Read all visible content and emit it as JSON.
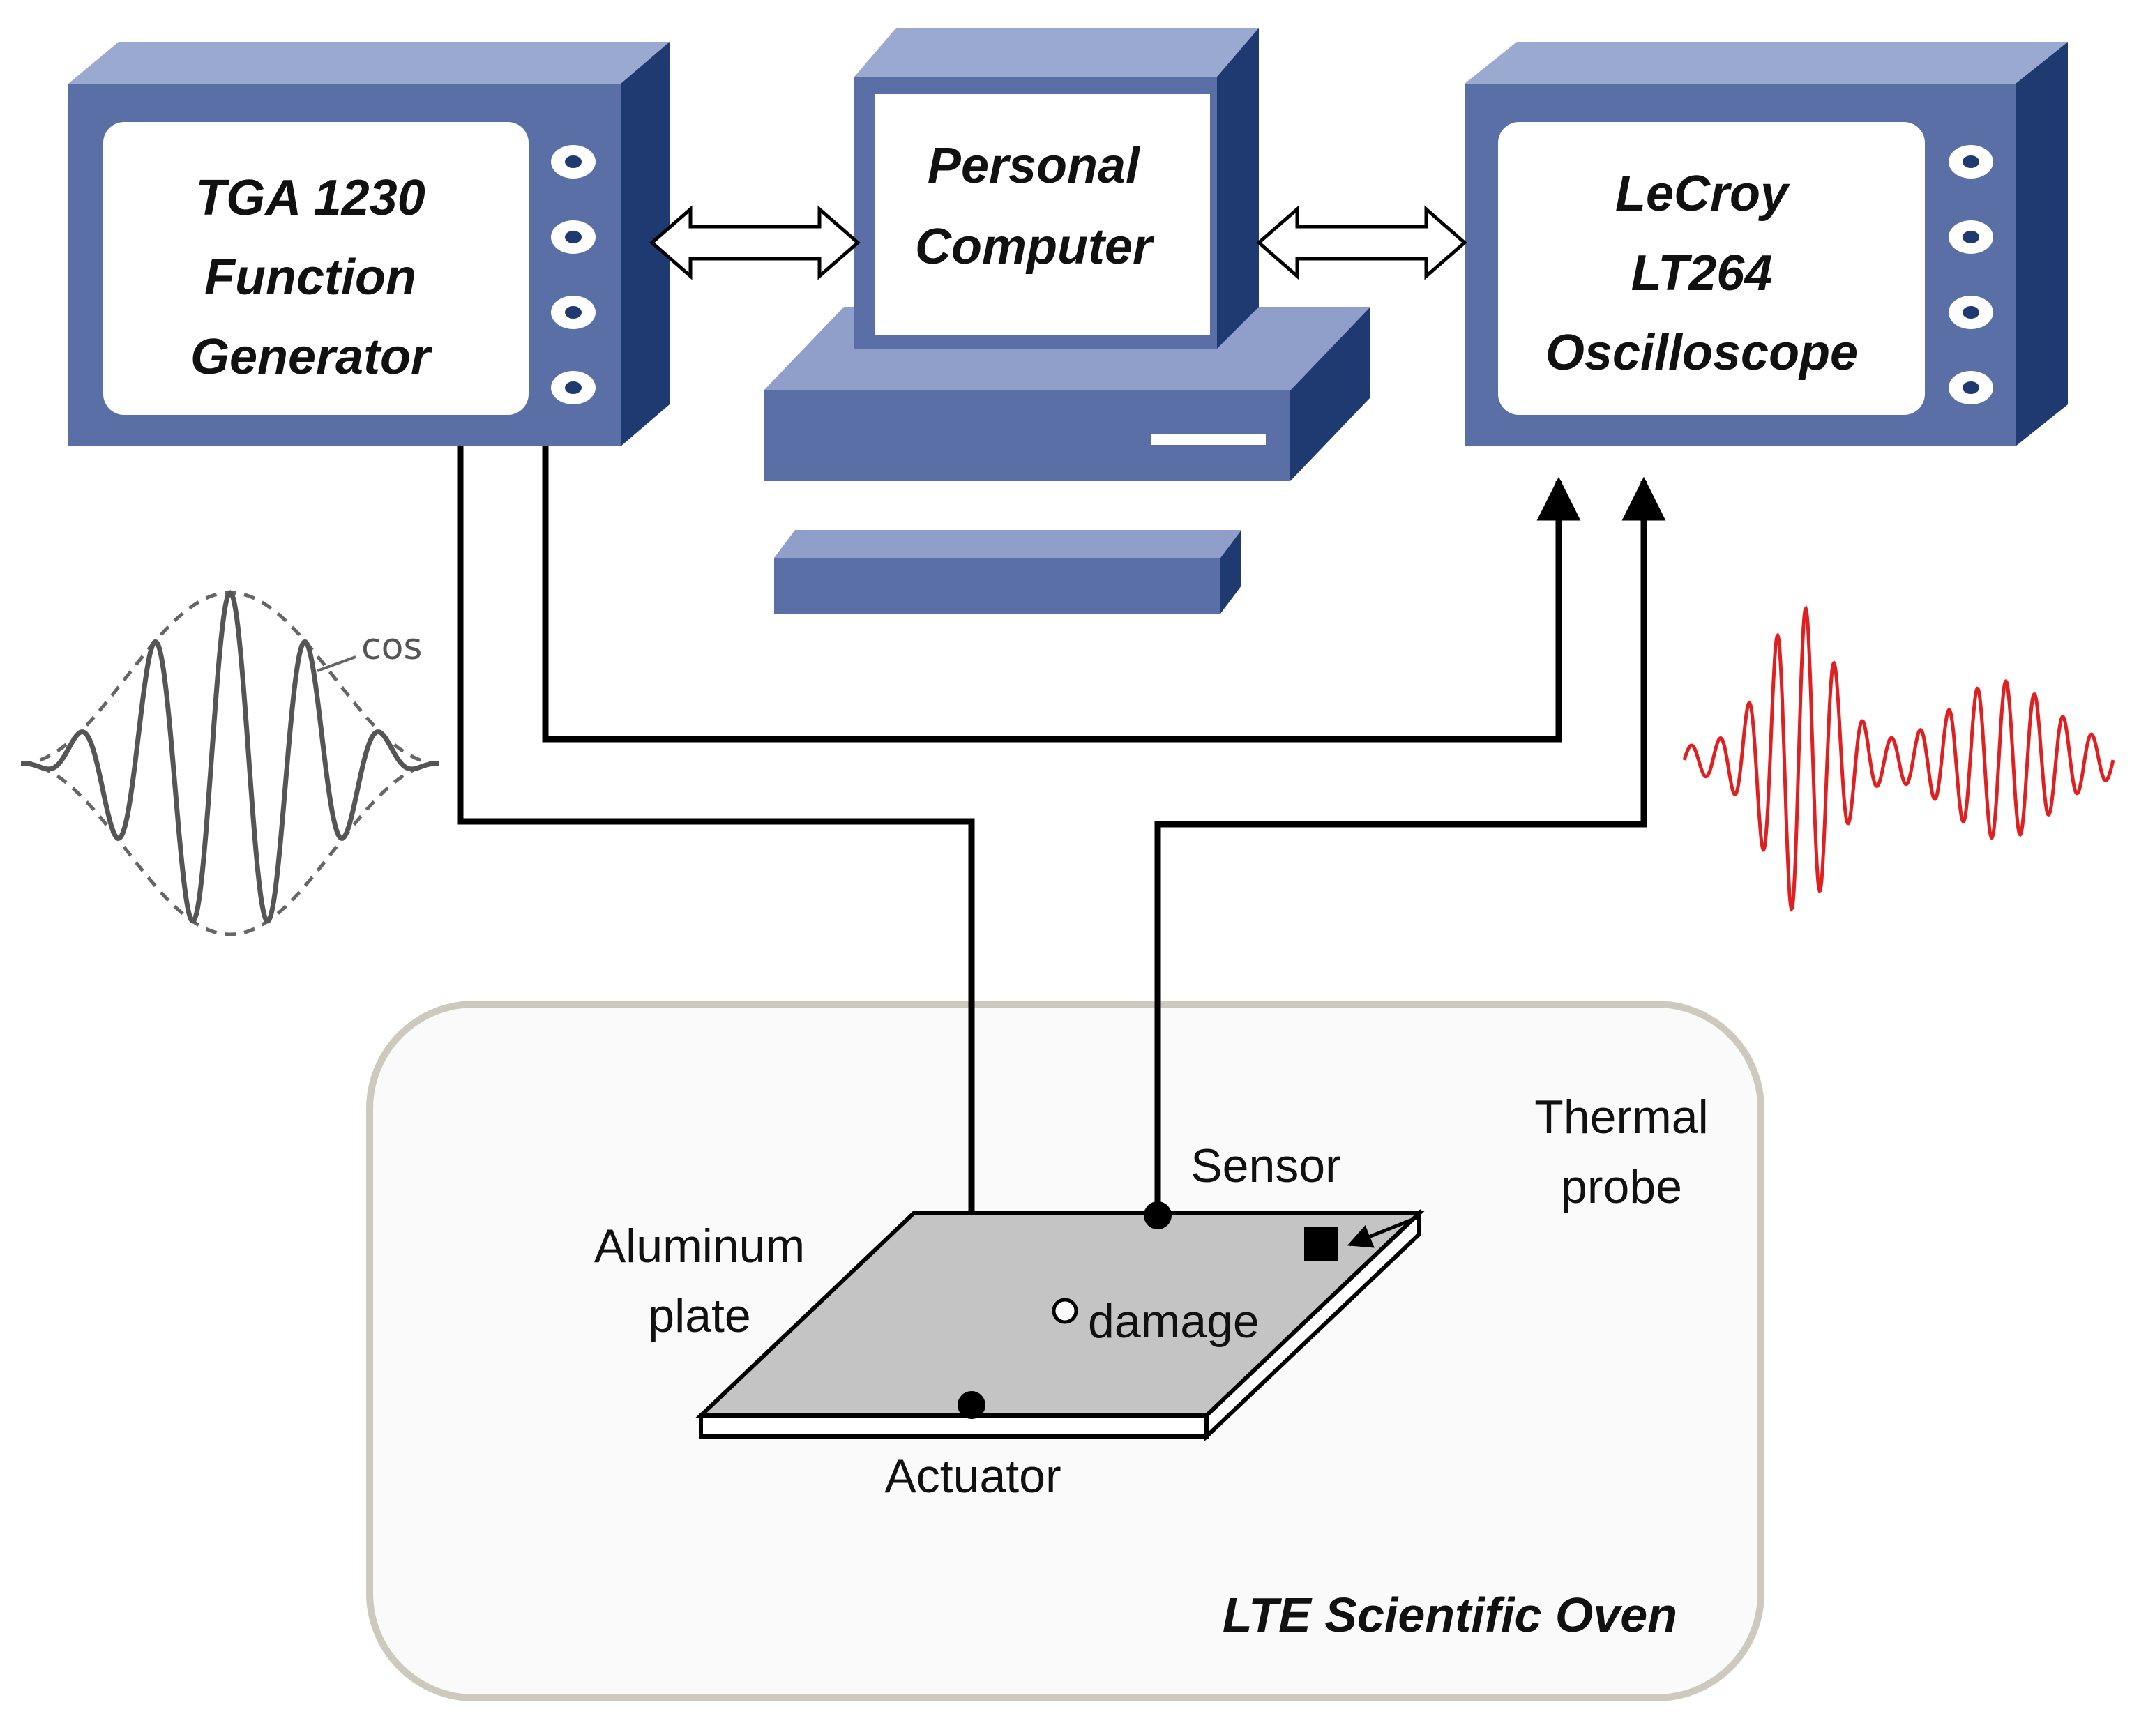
{
  "devices": {
    "function_generator": {
      "line1": "TGA 1230",
      "line2": "Function",
      "line3": "Generator"
    },
    "computer": {
      "line1": "Personal",
      "line2": "Computer"
    },
    "oscilloscope": {
      "line1": "LeCroy",
      "line2": "LT264",
      "line3": "Oscilloscope"
    }
  },
  "signals": {
    "input_envelope_label": "cos"
  },
  "setup": {
    "oven_label": "LTE Scientific Oven",
    "plate_label_line1": "Aluminum",
    "plate_label_line2": "plate",
    "sensor_label": "Sensor",
    "actuator_label": "Actuator",
    "damage_label": "damage",
    "probe_label_line1": "Thermal",
    "probe_label_line2": "probe"
  },
  "colors": {
    "device_face": "#5a6fa6",
    "device_side": "#1f3a70",
    "device_top": "#8f9fc9",
    "screen": "#ffffff",
    "plate": "#c4c4c4",
    "output_signal": "#e02020",
    "wire": "#000000"
  },
  "icons": {
    "function_generator": "function-generator-icon",
    "computer": "personal-computer-icon",
    "oscilloscope": "oscilloscope-icon"
  }
}
